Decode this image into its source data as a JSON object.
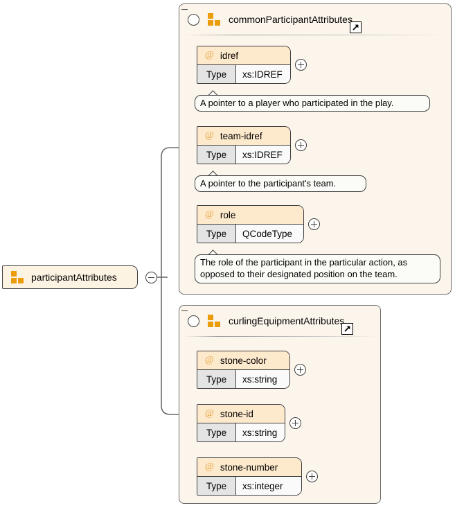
{
  "diagram": {
    "type": "xml-schema-attribute-group-diagram",
    "root": {
      "name": "participantAttributes",
      "icon": "attribute-group-icon",
      "toggle": "minus"
    },
    "groups": [
      {
        "id": "commonParticipantAttributes",
        "name": "commonParticipantAttributes",
        "toggle": "minus",
        "icon": "attribute-group-icon",
        "external_link_icon": "external-link-arrow-icon",
        "attributes": [
          {
            "name": "idref",
            "at_symbol": "@",
            "type_label": "Type",
            "type_value": "xs:IDREF",
            "expander": "plus",
            "documentation": "A pointer to a player who participated in the play."
          },
          {
            "name": "team-idref",
            "at_symbol": "@",
            "type_label": "Type",
            "type_value": "xs:IDREF",
            "expander": "plus",
            "documentation": "A pointer to the participant's team."
          },
          {
            "name": "role",
            "at_symbol": "@",
            "type_label": "Type",
            "type_value": "QCodeType",
            "expander": "plus",
            "documentation": "The role of the participant in the particular action, as\nopposed to their designated position on the team."
          }
        ]
      },
      {
        "id": "curlingEquipmentAttributes",
        "name": "curlingEquipmentAttributes",
        "toggle": "minus",
        "icon": "attribute-group-icon",
        "external_link_icon": "external-link-arrow-icon",
        "attributes": [
          {
            "name": "stone-color",
            "at_symbol": "@",
            "type_label": "Type",
            "type_value": "xs:string",
            "expander": "plus",
            "documentation": null
          },
          {
            "name": "stone-id",
            "at_symbol": "@",
            "type_label": "Type",
            "type_value": "xs:string",
            "expander": "plus",
            "documentation": null
          },
          {
            "name": "stone-number",
            "at_symbol": "@",
            "type_label": "Type",
            "type_value": "xs:integer",
            "expander": "plus",
            "documentation": null
          }
        ]
      }
    ],
    "colors": {
      "group_fill": "#fcf5ec",
      "node_fill": "#fdf3e3",
      "attr_header_fill": "#fde9cc",
      "attr_type_key_fill": "#e4e4e4",
      "icon_orange": "#eb9c0b",
      "at_orange": "#e5a23c",
      "outline": "#3f3f3f",
      "doc_fill": "#fbfbf7"
    }
  }
}
